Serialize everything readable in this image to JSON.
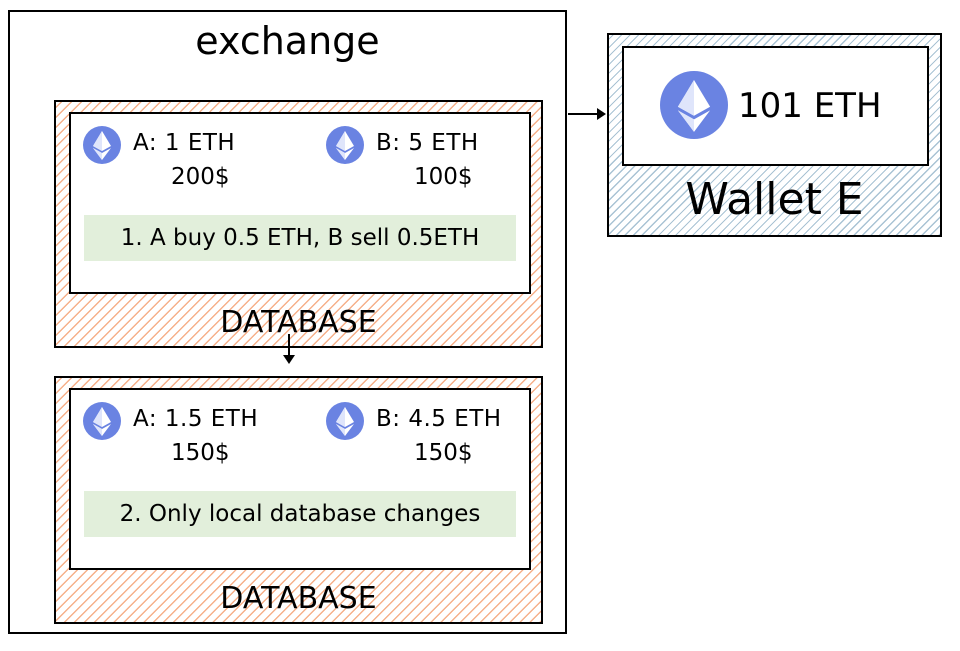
{
  "exchange": {
    "title": "exchange"
  },
  "databases": [
    {
      "label": "DATABASE",
      "account_a": {
        "line1": "A: 1 ETH",
        "line2": "200$"
      },
      "account_b": {
        "line1": "B: 5 ETH",
        "line2": "100$"
      },
      "note": "1. A buy 0.5 ETH, B sell 0.5ETH"
    },
    {
      "label": "DATABASE",
      "account_a": {
        "line1": "A: 1.5 ETH",
        "line2": "150$"
      },
      "account_b": {
        "line1": "B: 4.5 ETH",
        "line2": "150$"
      },
      "note": "2. Only local database changes"
    }
  ],
  "wallet": {
    "title": "Wallet E",
    "balance": "101 ETH"
  },
  "icons": {
    "account": "ethereum-icon",
    "wallet": "ethereum-icon"
  },
  "colors": {
    "eth_circle": "#6a83e2",
    "database_hatch": "#f6b08a",
    "wallet_hatch": "#a9c3d4",
    "note_bg": "#e2efdb"
  }
}
